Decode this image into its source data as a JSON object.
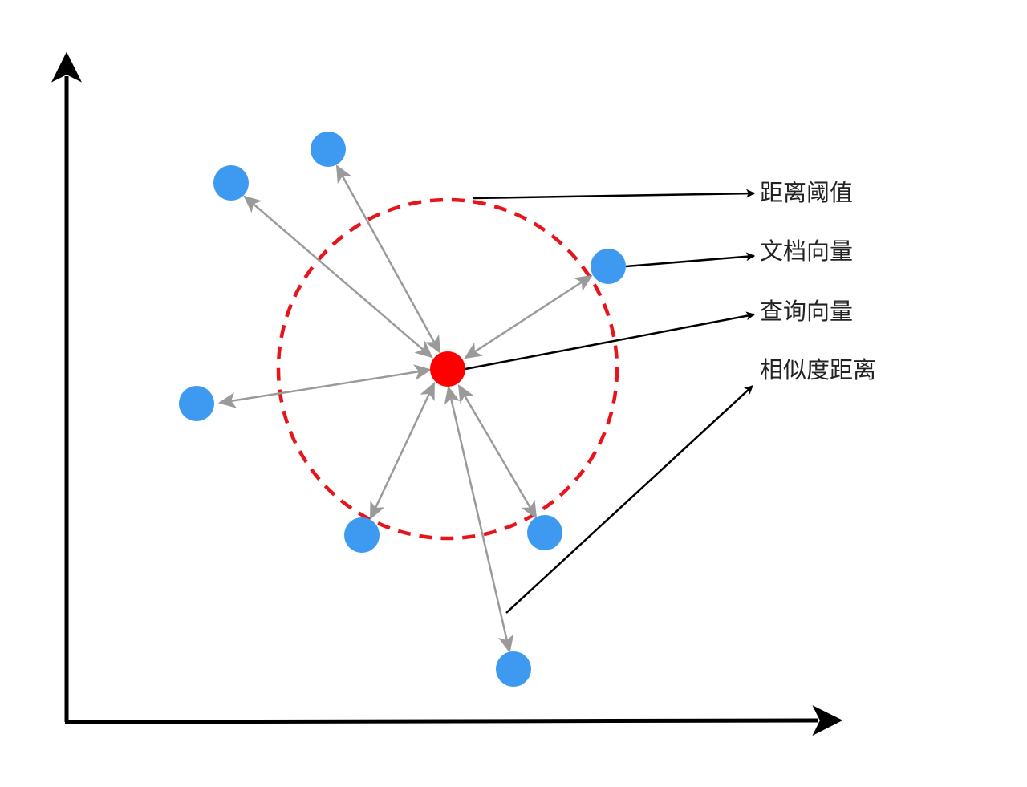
{
  "labels": {
    "distance_threshold": "距离阈值",
    "document_vector": "文档向量",
    "query_vector": "查询向量",
    "similarity_distance": "相似度距离"
  },
  "colors": {
    "axis": "#000000",
    "query_point": "#ff0000",
    "document_point": "#3d9af0",
    "threshold_circle": "#e8141b",
    "distance_arrow": "#9a9a9a",
    "callout_arrow": "#000000",
    "label_text": "#222222"
  }
}
